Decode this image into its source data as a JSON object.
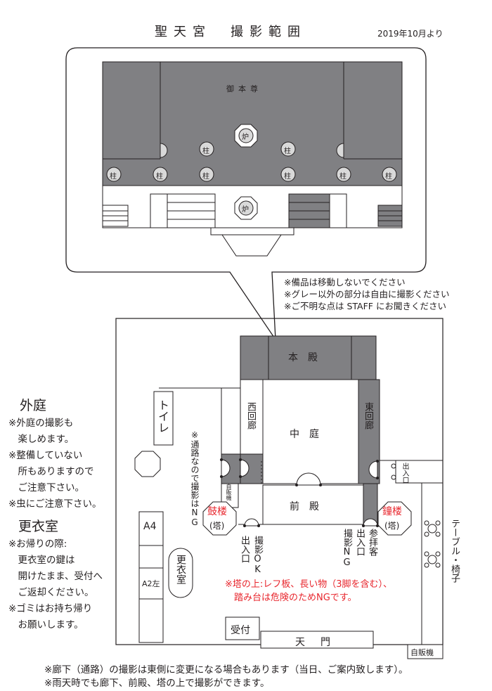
{
  "header": {
    "title": "聖天宮　撮影範囲",
    "date": "2019年10月より"
  },
  "colors": {
    "gray": "#808083",
    "light": "#d9d9d9",
    "red": "#e8262d",
    "line": "#231f20"
  },
  "inset": {
    "honzon": "御本尊",
    "ro": "炉",
    "hashira": "柱"
  },
  "top_notes": [
    "※備品は移動しないでください",
    "※グレー以外の部分は自由に撮影ください",
    "※ご不明な点は STAFF にお聞きください"
  ],
  "outer_garden": {
    "title": "外庭",
    "lines": [
      "※外庭の撮影も",
      "　楽しめます。",
      "※整備していない",
      "　所もありますので",
      "　ご注意下さい。",
      "※虫にご注意下さい。"
    ]
  },
  "dressing_room": {
    "title": "更衣室",
    "lines": [
      "※お帰りの際:",
      "　更衣室の鍵は",
      "　開けたまま、受付へ",
      "　ご返却ください。",
      "※ゴミはお持ち帰り",
      "　お願いします。"
    ]
  },
  "plan": {
    "honden": "本　殿",
    "nakaniwa": "中　庭",
    "zenden": "前　殿",
    "nishi_kairo": "西回廊",
    "higashi_kairo": "東回廊",
    "toilet": "トイレ",
    "tsuuro_note": "※通路なので撮影はNG",
    "jihanki_small": "自販機",
    "koro": "鼓楼",
    "shoro": "鐘楼",
    "tou": "(塔)",
    "deiriguchi_left": "出入口",
    "satsuei_ok": "撮影OK",
    "satsuei_ng": "撮影NG",
    "deiriguchi_right": "出入口",
    "sanpaikyaku": "参拝客",
    "deiriguchi_east": "出入口",
    "a4": "A4",
    "a2": "A2左",
    "koishitsu": "更衣室",
    "uketsuke": "受付",
    "tenmon": "天　門",
    "jihanki": "自販機",
    "table_chair": "テーブル・椅子",
    "tower_note": [
      "※塔の上:レフ板、長い物（3脚を含む）、",
      "　踏み台は危険のためNGです。"
    ]
  },
  "bottom_notes": [
    "※廊下（通路）の撮影は東側に変更になる場合もあります（当日、ご案内致します）。",
    "※雨天時でも廊下、前殿、塔の上で撮影ができます。"
  ]
}
